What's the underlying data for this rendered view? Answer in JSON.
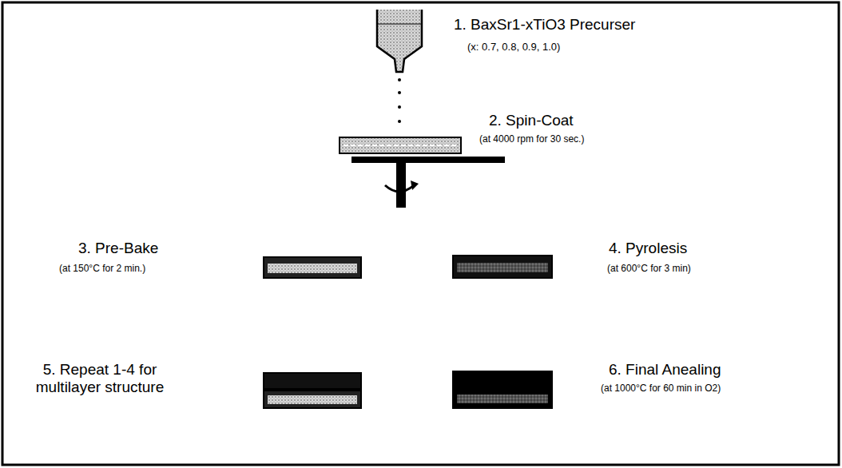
{
  "diagram": {
    "labels": [
      "1. BaxSr1-xTiO3 Precurser",
      "(x: 0.7, 0.8, 0.9, 1.0)",
      "2. Spin-Coat",
      "(at 4000 rpm for 30 sec.)",
      "3. Pre-Bake",
      "(at 150°C for 2 min.)",
      "4. Pyrolesis",
      "(at 600°C for 3 min)",
      "5. Repeat 1-4 for multilayer structure",
      "6. Final Anealing",
      "(at 1000°C for 60 min in O2)"
    ]
  }
}
